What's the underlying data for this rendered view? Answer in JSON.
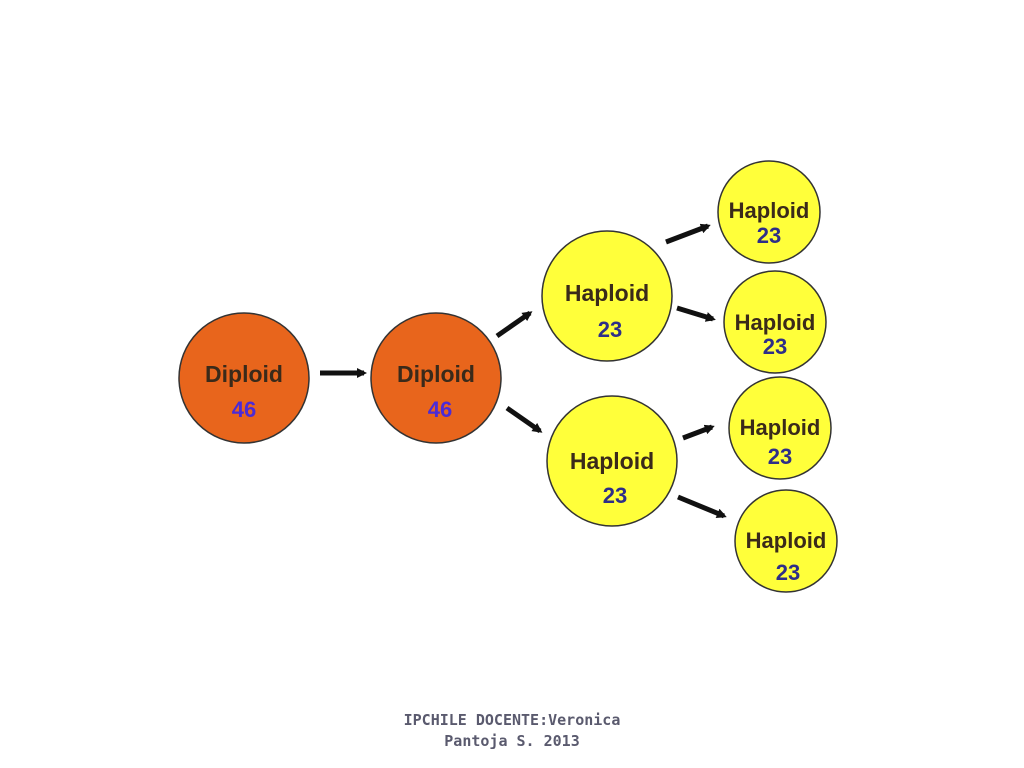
{
  "colors": {
    "diploid_fill": "#e8651c",
    "haploid_fill": "#ffff3a",
    "outline": "#333333",
    "arrow": "#111111"
  },
  "cells": [
    {
      "id": "diploid-1",
      "label": "Diploid",
      "count": "46",
      "kind": "diploid"
    },
    {
      "id": "diploid-2",
      "label": "Diploid",
      "count": "46",
      "kind": "diploid"
    },
    {
      "id": "haploid-top",
      "label": "Haploid",
      "count": "23",
      "kind": "haploid"
    },
    {
      "id": "haploid-bottom",
      "label": "Haploid",
      "count": "23",
      "kind": "haploid"
    },
    {
      "id": "haploid-1",
      "label": "Haploid",
      "count": "23",
      "kind": "haploid"
    },
    {
      "id": "haploid-2",
      "label": "Haploid",
      "count": "23",
      "kind": "haploid"
    },
    {
      "id": "haploid-3",
      "label": "Haploid",
      "count": "23",
      "kind": "haploid"
    },
    {
      "id": "haploid-4",
      "label": "Haploid",
      "count": "23",
      "kind": "haploid"
    }
  ],
  "edges": [
    {
      "from": "diploid-1",
      "to": "diploid-2"
    },
    {
      "from": "diploid-2",
      "to": "haploid-top"
    },
    {
      "from": "diploid-2",
      "to": "haploid-bottom"
    },
    {
      "from": "haploid-top",
      "to": "haploid-1"
    },
    {
      "from": "haploid-top",
      "to": "haploid-2"
    },
    {
      "from": "haploid-bottom",
      "to": "haploid-3"
    },
    {
      "from": "haploid-bottom",
      "to": "haploid-4"
    }
  ],
  "footer": {
    "line1": "IPCHILE  DOCENTE:Veronica",
    "line2": "Pantoja S. 2013"
  }
}
